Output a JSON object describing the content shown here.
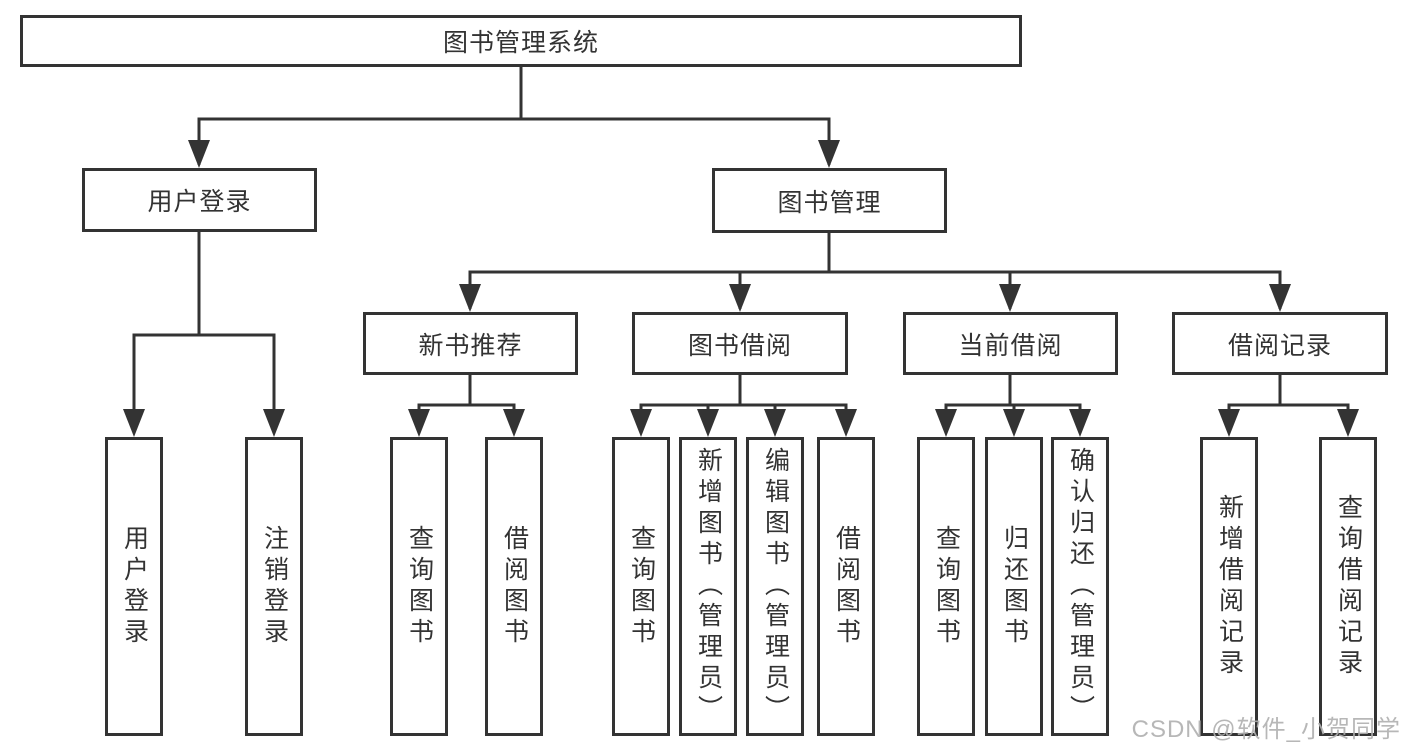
{
  "tree": {
    "root": {
      "label": "图书管理系统",
      "children": [
        {
          "label": "用户登录",
          "children": [
            {
              "label": "用户登录"
            },
            {
              "label": "注销登录"
            }
          ]
        },
        {
          "label": "图书管理",
          "children": [
            {
              "label": "新书推荐",
              "children": [
                {
                  "label": "查询图书"
                },
                {
                  "label": "借阅图书"
                }
              ]
            },
            {
              "label": "图书借阅",
              "children": [
                {
                  "label": "查询图书"
                },
                {
                  "label": "新增图书（管理员）"
                },
                {
                  "label": "编辑图书（管理员）"
                },
                {
                  "label": "借阅图书"
                }
              ]
            },
            {
              "label": "当前借阅",
              "children": [
                {
                  "label": "查询图书"
                },
                {
                  "label": "归还图书"
                },
                {
                  "label": "确认归还（管理员）"
                }
              ]
            },
            {
              "label": "借阅记录",
              "children": [
                {
                  "label": "新增借阅记录"
                },
                {
                  "label": "查询借阅记录"
                }
              ]
            }
          ]
        }
      ]
    }
  },
  "watermark": {
    "text": "CSDN @软件_小贺同学"
  },
  "colors": {
    "line": "#333333",
    "text": "#333333",
    "box_background": "#ffffff",
    "page_background": "#ffffff",
    "watermark": "#b0b0b0"
  }
}
